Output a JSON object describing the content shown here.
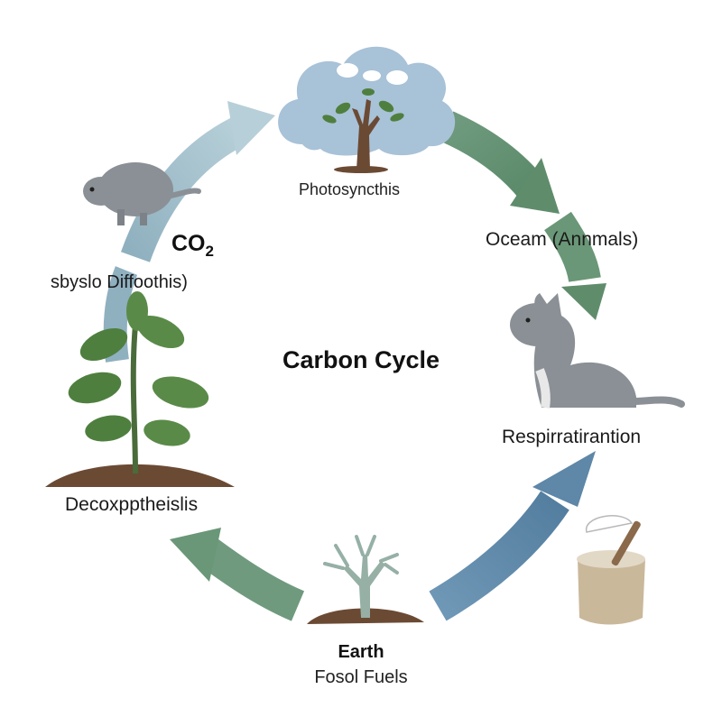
{
  "diagram": {
    "title": "Carbon Cycle",
    "labels": {
      "photosynthesis": "Photosyncthis",
      "ocean": "Oceam (Annmals)",
      "respiration": "Respirratirantion",
      "decomposition": "Decoxpptheislis",
      "earth": "Earth",
      "fossil": "Fosol Fuels",
      "co2_main": "CO",
      "co2_sub": "2",
      "left_text": "sbyslo Diffoothis)"
    },
    "icons": [
      "cloud-icon",
      "tree-icon",
      "rodent-icon",
      "plant-icon",
      "cat-icon",
      "bare-tree-icon",
      "mortar-pestle-icon"
    ],
    "colors": {
      "arrow_light_blue": "#a6c4d0",
      "arrow_blue": "#5e87a8",
      "arrow_green": "#6f9a7e",
      "arrow_dark_green": "#5f8d6c",
      "cloud": "#a8c2d8",
      "soil": "#6b4a34",
      "leaf": "#4f7f3f",
      "animal": "#8a9095"
    }
  }
}
